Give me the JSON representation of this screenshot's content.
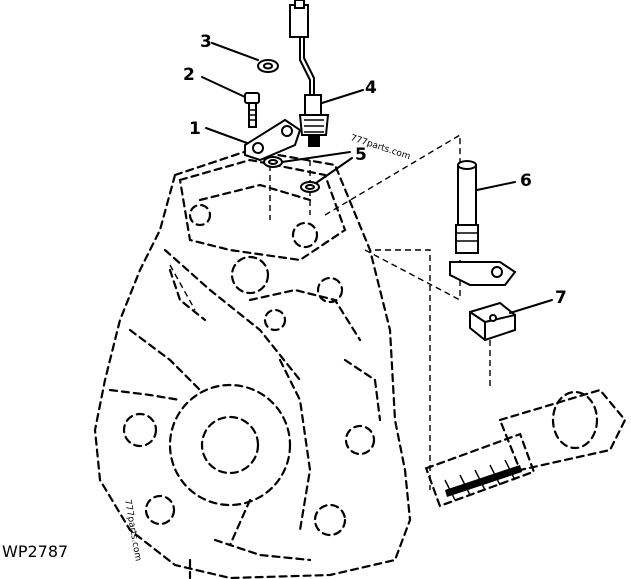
{
  "figure_id": "WP2787",
  "callouts": {
    "c1": "1",
    "c2": "2",
    "c3": "3",
    "c4": "4",
    "c5": "5",
    "c6": "6",
    "c7": "7"
  },
  "watermarks": {
    "upper": "777parts.com",
    "lower": "777parts.com"
  }
}
